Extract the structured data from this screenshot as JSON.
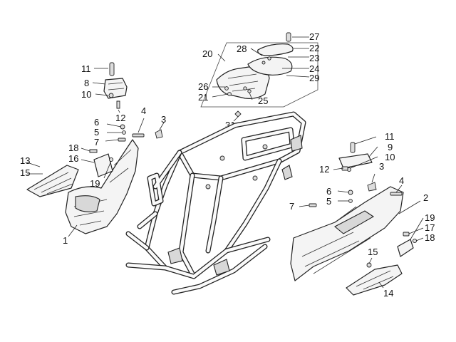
{
  "diagram": {
    "watermark": "",
    "labels": {
      "frame_body_left": "1",
      "frame_body_right": "2",
      "screw_left": "3",
      "screw_right": "3",
      "bolt_left": "4",
      "bolt_right": "4",
      "washer_left": "5",
      "washer_right": "5",
      "nut_left": "6",
      "nut_right": "6",
      "pin_left": "7",
      "pin_right": "7",
      "footrest_top": "8",
      "footrest_right": "9",
      "clip_top": "10",
      "clip_right": "10",
      "screw_top": "11",
      "screw_right_top": "11",
      "spring_top": "12",
      "spring_right": "12",
      "cover_left": "13",
      "cover_right": "14",
      "grommet_left": "15",
      "grommet_right": "15",
      "plate_left": "16",
      "rivet_right": "17",
      "stud_left": "18",
      "stud_right": "18",
      "bracket_left": "19",
      "bracket_right": "19",
      "pocket_assembly": "20",
      "pocket_screw": "21",
      "pocket_clip": "22",
      "pocket_spring": "23",
      "pocket_pin": "24",
      "pocket_latch": "25",
      "pocket_bracket": "26",
      "pocket_handle": "27",
      "pocket_lid": "28",
      "pocket_cover": "29",
      "pocket_kit": "31"
    }
  }
}
